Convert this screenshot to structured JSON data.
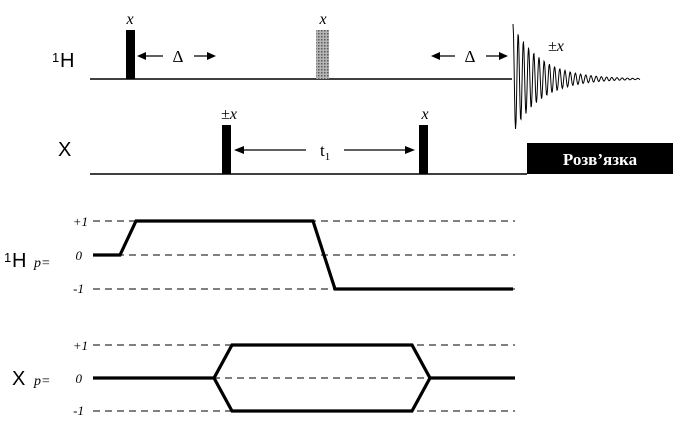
{
  "pulse_sequence": {
    "h_channel": {
      "label_prefix": "1",
      "label_nucleus": "H",
      "pulse1_phase": "x",
      "pulse2_phase": "x",
      "delay_label": "Δ",
      "acquisition_phase": "±x"
    },
    "x_channel": {
      "label": "X",
      "pulse1_phase": "±x",
      "pulse2_phase": "x",
      "evolution_label": "t",
      "evolution_subscript": "1",
      "decoupling_label": "Розв’язка"
    }
  },
  "coherence_pathways": {
    "h_pathway": {
      "label_prefix": "1",
      "label_nucleus": "H",
      "p_label": "p=",
      "levels": [
        "+1",
        "0",
        "-1"
      ]
    },
    "x_pathway": {
      "label": "X",
      "p_label": "p=",
      "levels": [
        "+1",
        "0",
        "-1"
      ]
    }
  },
  "colors": {
    "line": "#000000",
    "grey_pulse": "#8c8c8c",
    "decoupling_box": "#000000",
    "decoupling_text": "#ffffff"
  }
}
